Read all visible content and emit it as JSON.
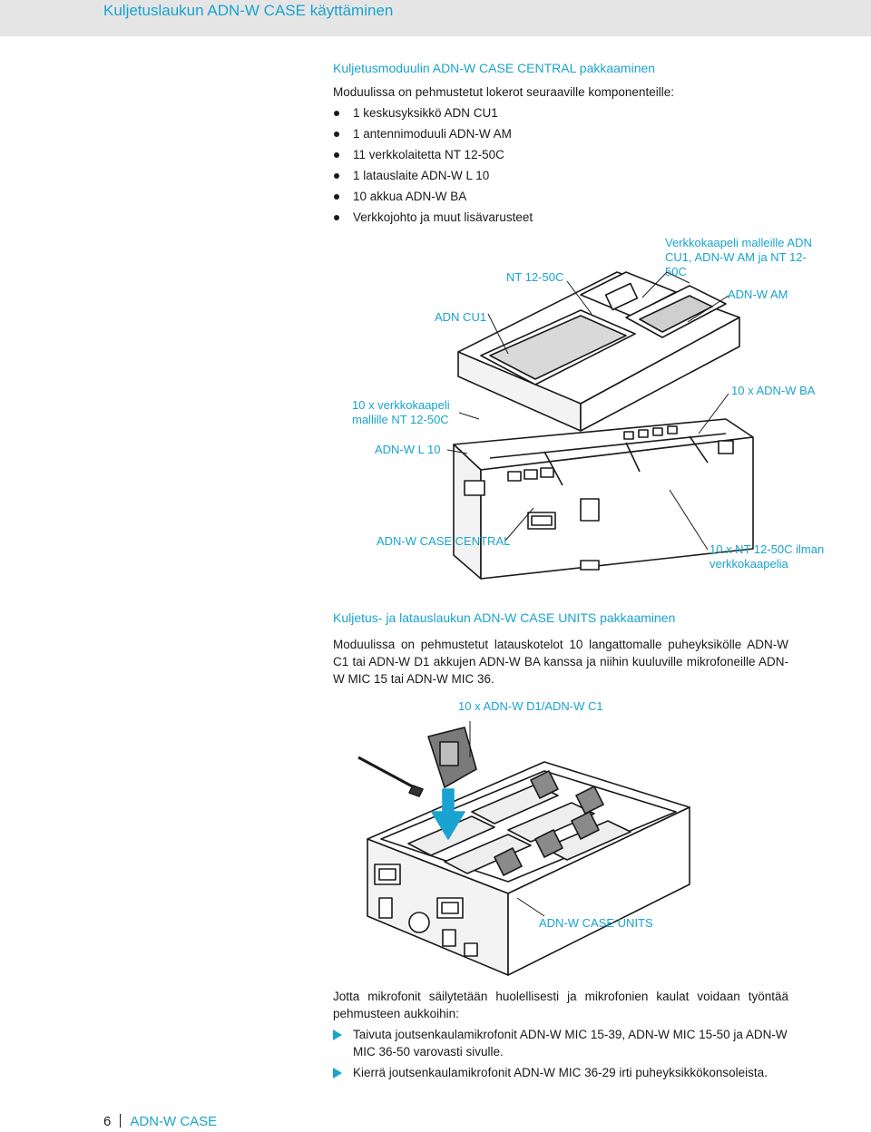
{
  "header": {
    "title": "Kuljetuslaukun ADN-W CASE käyttäminen"
  },
  "section1": {
    "heading": "Kuljetusmoduulin ADN-W CASE CENTRAL pakkaaminen",
    "intro": "Moduulissa on pehmustetut lokerot seuraaville komponenteille:",
    "items": [
      "1 keskusyksikkö ADN CU1",
      "1 antennimoduuli ADN-W AM",
      "11 verkkolaitetta NT 12-50C",
      "1 latauslaite ADN-W L 10",
      "10 akkua ADN-W BA",
      "Verkkojohto ja muut lisävarusteet"
    ]
  },
  "figure1": {
    "labels": {
      "verkkokaapeli_top": "Verkkokaapeli malleille ADN CU1, ADN-W AM ja NT 12-50C",
      "nt": "NT 12-50C",
      "am": "ADN-W AM",
      "cu1": "ADN CU1",
      "verkkokaapeli_left": "10 x verkkokaapeli mallille NT 12-50C",
      "ba": "10 x ADN-W BA",
      "l10": "ADN-W L 10",
      "central": "ADN-W CASE CENTRAL",
      "nt_no_cable": "10 x NT 12-50C ilman verkkokaapelia"
    }
  },
  "section2": {
    "heading": "Kuljetus- ja latauslaukun ADN-W CASE UNITS pakkaaminen",
    "text": "Moduulissa on pehmustetut latauskotelot 10 langattomalle puheyksikölle ADN-W C1 tai ADN-W D1 akkujen ADN-W BA kanssa ja niihin kuuluville mikrofoneille ADN-W MIC 15 tai ADN-W MIC 36."
  },
  "figure2": {
    "labels": {
      "units_top": "10 x ADN-W D1/ADN-W C1",
      "units_case": "ADN-W CASE UNITS"
    }
  },
  "section3": {
    "text": "Jotta mikrofonit säilytetään huolellisesti ja mikrofonien kaulat voidaan työntää pehmusteen aukkoihin:",
    "steps": [
      "Taivuta joutsenkaulamikrofonit ADN-W MIC 15-39, ADN-W MIC 15-50 ja ADN-W MIC 36-50 varovasti sivulle.",
      "Kierrä joutsenkaulamikrofonit ADN-W MIC 36-29 irti puheyksikkökonsoleista."
    ]
  },
  "footer": {
    "page": "6",
    "product": "ADN-W CASE"
  },
  "colors": {
    "accent": "#19a3cf",
    "header_bg": "#e5e5e5",
    "text": "#1a1a1a"
  }
}
